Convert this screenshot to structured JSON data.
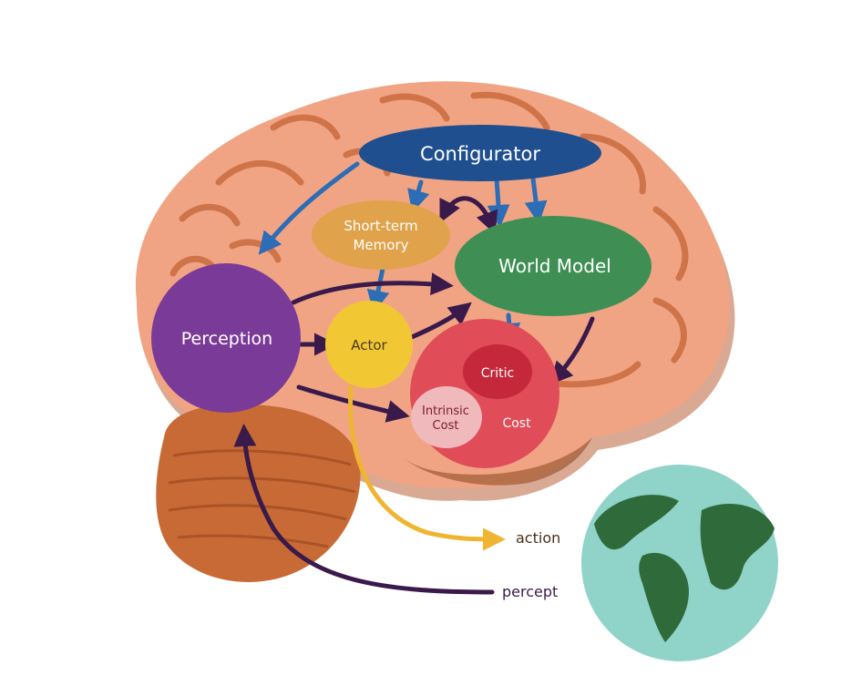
{
  "modules": {
    "configurator": "Configurator",
    "short_term_memory_line1": "Short-term",
    "short_term_memory_line2": "Memory",
    "world_model": "World Model",
    "perception": "Perception",
    "actor": "Actor",
    "critic": "Critic",
    "intrinsic_cost_line1": "Intrinsic",
    "intrinsic_cost_line2": "Cost",
    "cost": "Cost"
  },
  "io": {
    "action": "action",
    "percept": "percept"
  },
  "colors": {
    "configurator": "#1f4f8f",
    "short_term_memory": "#e0a24a",
    "world_model": "#3f8f55",
    "perception": "#7a3b98",
    "actor": "#f2c734",
    "cost": "#e04c57",
    "critic": "#c4283a",
    "intrinsic_cost": "#f0b9bc",
    "arrow_blue": "#2d6db5",
    "arrow_dark": "#3a1a4a",
    "arrow_action": "#f0b530",
    "brain": "#f0a484",
    "cerebellum": "#c86a35",
    "earth_ocean": "#8fd3c9",
    "earth_land": "#2f6b3a"
  }
}
